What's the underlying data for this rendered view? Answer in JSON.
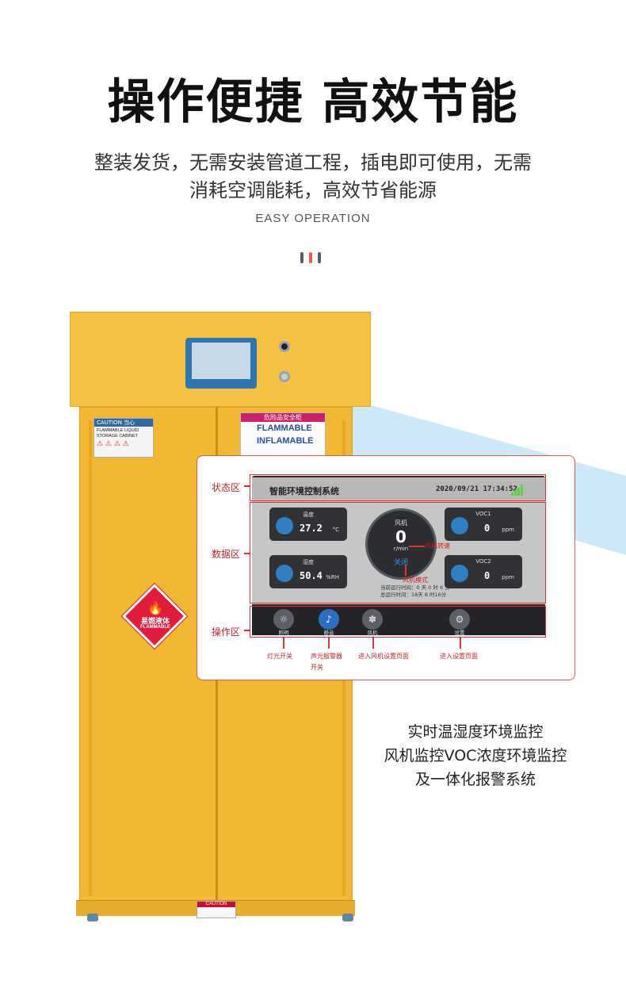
{
  "header": {
    "headline": "操作便捷 高效节能",
    "subtitle_line1": "整装发货，无需安装管道工程，插电即可使用，无需",
    "subtitle_line2": "消耗空调能耗，高效节省能源",
    "english_tag": "EASY OPERATION",
    "dot_colors": [
      "#555b67",
      "#e8594a",
      "#555b67"
    ]
  },
  "cabinet": {
    "caution_label_header": "CAUTION 当心",
    "caution_label_text": "FLAMMABLE LIQUID STORAGE CABINET",
    "hazard_label_header": "危险品安全柜",
    "hazard_label_line1": "FLAMMABLE",
    "hazard_label_line2": "INFLAMABLE",
    "diamond_text_cn": "易燃液体",
    "diamond_text_en": "FLAMMABLE",
    "bottom_label": "CAUTION",
    "body_color": "#f3b833",
    "accent_blue": "#2f75b2"
  },
  "panel": {
    "system_title": "智能环境控制系统",
    "datetime": "2020/09/21 17:34:52",
    "temperature": {
      "label": "温度",
      "value": "27.2",
      "unit": "°C"
    },
    "humidity": {
      "label": "湿度",
      "value": "50.4",
      "unit": "%RH"
    },
    "fan": {
      "label": "风机",
      "value": "0",
      "unit": "r/min",
      "mode": "关闭"
    },
    "voc1": {
      "label": "VOC1",
      "value": "0",
      "unit": "ppm"
    },
    "voc2": {
      "label": "VOC2",
      "value": "0",
      "unit": "ppm"
    },
    "runtime_current": "当前运行时间：0 天 0 时 6 分",
    "runtime_total": "总运行时间：18天 8 时16分",
    "buttons": [
      {
        "label": "照明",
        "icon": "light-icon"
      },
      {
        "label": "静音",
        "icon": "speaker-icon"
      },
      {
        "label": "风机",
        "icon": "fan-icon"
      },
      {
        "label": "设置",
        "icon": "gear-icon"
      }
    ]
  },
  "annotations": {
    "zone_status": "状态区",
    "zone_data": "数据区",
    "zone_operation": "操作区",
    "fan_speed": "风机转速",
    "fan_mode": "风机模式",
    "light_switch": "灯光开关",
    "alarm_switch_line1": "声光报警器",
    "alarm_switch_line2": "开关",
    "enter_fan_page": "进入风机设置页面",
    "enter_settings_page": "进入设置页面"
  },
  "features": {
    "line1": "实时温湿度环境监控",
    "line2": "风机监控VOC浓度环境监控",
    "line3": "及一体化报警系统"
  }
}
